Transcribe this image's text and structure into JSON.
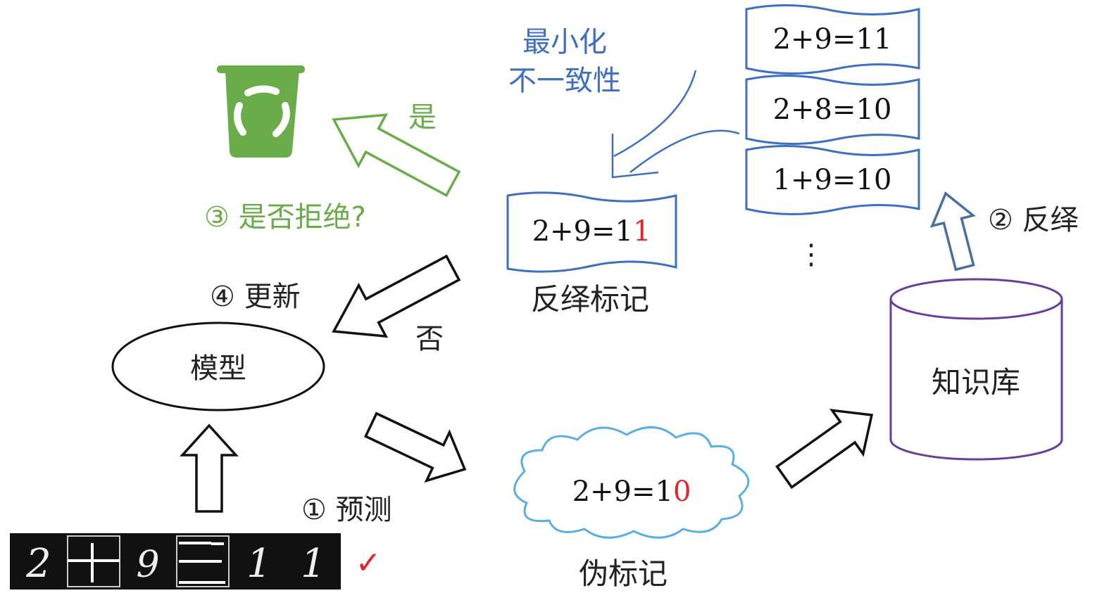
{
  "title_min": {
    "line1": "最小化",
    "line2": "不一致性"
  },
  "step3": {
    "label": "③ 是否拒绝?",
    "yes": "是",
    "no": "否"
  },
  "step4": {
    "label": "④ 更新"
  },
  "step1": {
    "label": "① 预测"
  },
  "step2": {
    "label": "② 反绎"
  },
  "model": {
    "label": "模型"
  },
  "knowledge_base": {
    "label": "知识库"
  },
  "abduced": {
    "prefix": "2+9=1",
    "digit": "1",
    "label": "反绎标记"
  },
  "pseudo": {
    "prefix": "2+9=1",
    "digit": "0",
    "label": "伪标记"
  },
  "candidates": [
    "2+9=11",
    "2+8=10",
    "1+9=10"
  ],
  "more": "⋮",
  "check": "✓",
  "digits_strip": [
    "2",
    "+",
    "9",
    "=",
    "1",
    "1"
  ],
  "colors": {
    "green": "#6aac4a",
    "blue": "#3f6fbf",
    "red": "#e0262a",
    "cloud": "#5aaee0",
    "purple": "#6a3d9a"
  }
}
